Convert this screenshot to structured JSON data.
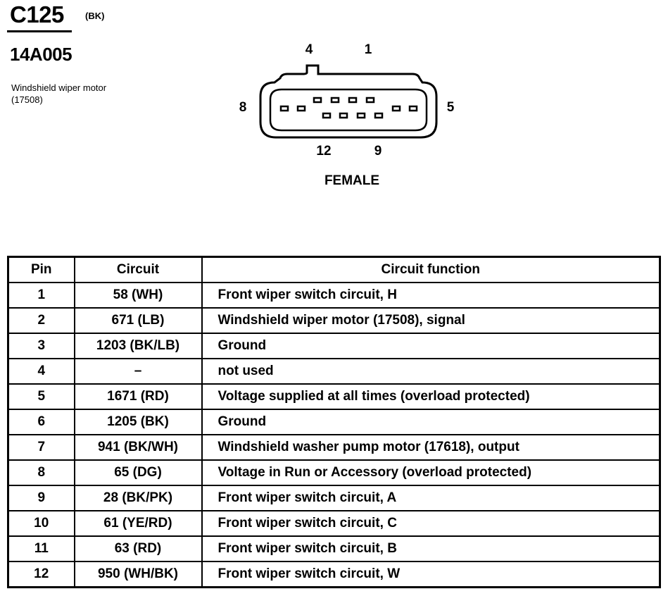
{
  "header": {
    "connector_id": "C125",
    "connector_color": "(BK)",
    "part_number": "14A005",
    "description": "Windshield wiper motor (17508)"
  },
  "diagram": {
    "pin_labels": {
      "top_left": "4",
      "top_right": "1",
      "left": "8",
      "right": "5",
      "bottom_left": "12",
      "bottom_right": "9"
    },
    "gender": "FEMALE"
  },
  "table": {
    "headers": [
      "Pin",
      "Circuit",
      "Circuit function"
    ],
    "rows": [
      {
        "pin": "1",
        "circuit": "58 (WH)",
        "function": "Front wiper switch circuit, H"
      },
      {
        "pin": "2",
        "circuit": "671 (LB)",
        "function": "Windshield wiper motor (17508), signal"
      },
      {
        "pin": "3",
        "circuit": "1203 (BK/LB)",
        "function": "Ground"
      },
      {
        "pin": "4",
        "circuit": "–",
        "function": "not used"
      },
      {
        "pin": "5",
        "circuit": "1671 (RD)",
        "function": "Voltage supplied at all times (overload protected)"
      },
      {
        "pin": "6",
        "circuit": "1205 (BK)",
        "function": "Ground"
      },
      {
        "pin": "7",
        "circuit": "941 (BK/WH)",
        "function": "Windshield washer pump motor (17618), output"
      },
      {
        "pin": "8",
        "circuit": "65 (DG)",
        "function": "Voltage in Run or Accessory (overload protected)"
      },
      {
        "pin": "9",
        "circuit": "28 (BK/PK)",
        "function": "Front wiper switch circuit, A"
      },
      {
        "pin": "10",
        "circuit": "61 (YE/RD)",
        "function": "Front wiper switch circuit, C"
      },
      {
        "pin": "11",
        "circuit": "63 (RD)",
        "function": "Front wiper switch circuit, B"
      },
      {
        "pin": "12",
        "circuit": "950 (WH/BK)",
        "function": "Front wiper switch circuit, W"
      }
    ]
  }
}
